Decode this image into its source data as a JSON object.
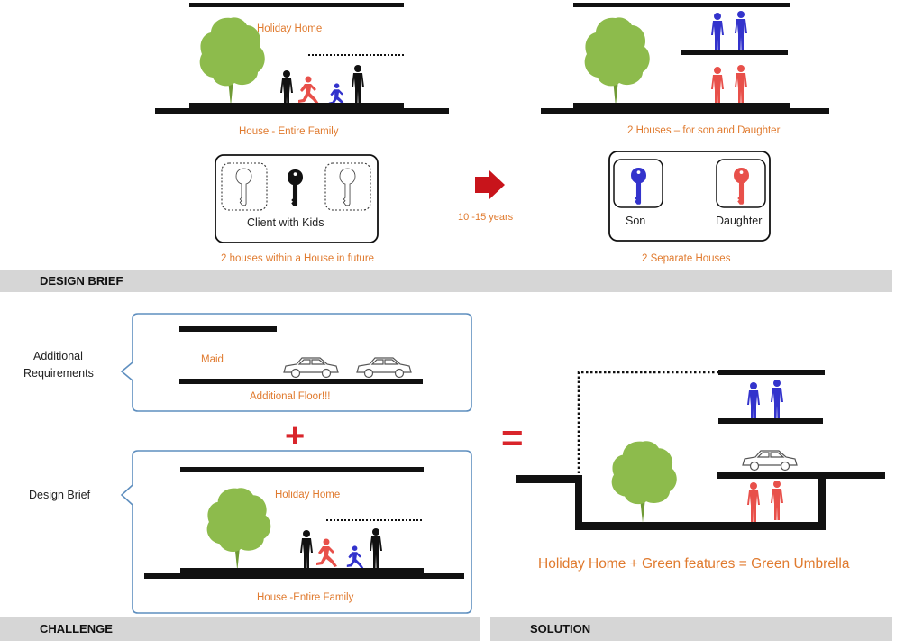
{
  "colors": {
    "orange": "#e07a2e",
    "tree": "#8dbb4c",
    "trunk": "#6f9a35",
    "blue": "#3333cc",
    "red": "#e8504a",
    "black": "#111111",
    "gray_bar": "#d6d6d6",
    "box_blue": "#5f8fbf",
    "plus_red": "#d9252b",
    "arrow_red": "#c8141b"
  },
  "top_left": {
    "house_label": "Holiday Home",
    "caption": "House - Entire Family"
  },
  "top_right": {
    "caption": "2 Houses – for son and Daughter"
  },
  "client_box": {
    "label": "Client with Kids",
    "caption": "2 houses within a House in future"
  },
  "arrow_label": "10 -15 years",
  "separate_box": {
    "son_label": "Son",
    "daughter_label": "Daughter",
    "caption": "2 Separate Houses"
  },
  "design_brief_header": "DESIGN BRIEF",
  "additional": {
    "callout_label_line1": "Additional",
    "callout_label_line2": "Requirements",
    "maid_label": "Maid",
    "floor_label": "Additional  Floor!!!"
  },
  "plus_symbol": "+",
  "equals_symbol": "=",
  "brief_box": {
    "callout_label": "Design Brief",
    "house_label": "Holiday Home",
    "caption": "House -Entire Family"
  },
  "solution": {
    "caption": "Holiday Home + Green features =  Green Umbrella"
  },
  "challenge_header": "CHALLENGE",
  "solution_header": "SOLUTION",
  "icons": [
    "tree-icon",
    "person-icon",
    "running-child-icon",
    "key-icon",
    "car-icon",
    "arrow-right-icon",
    "callout-box"
  ]
}
